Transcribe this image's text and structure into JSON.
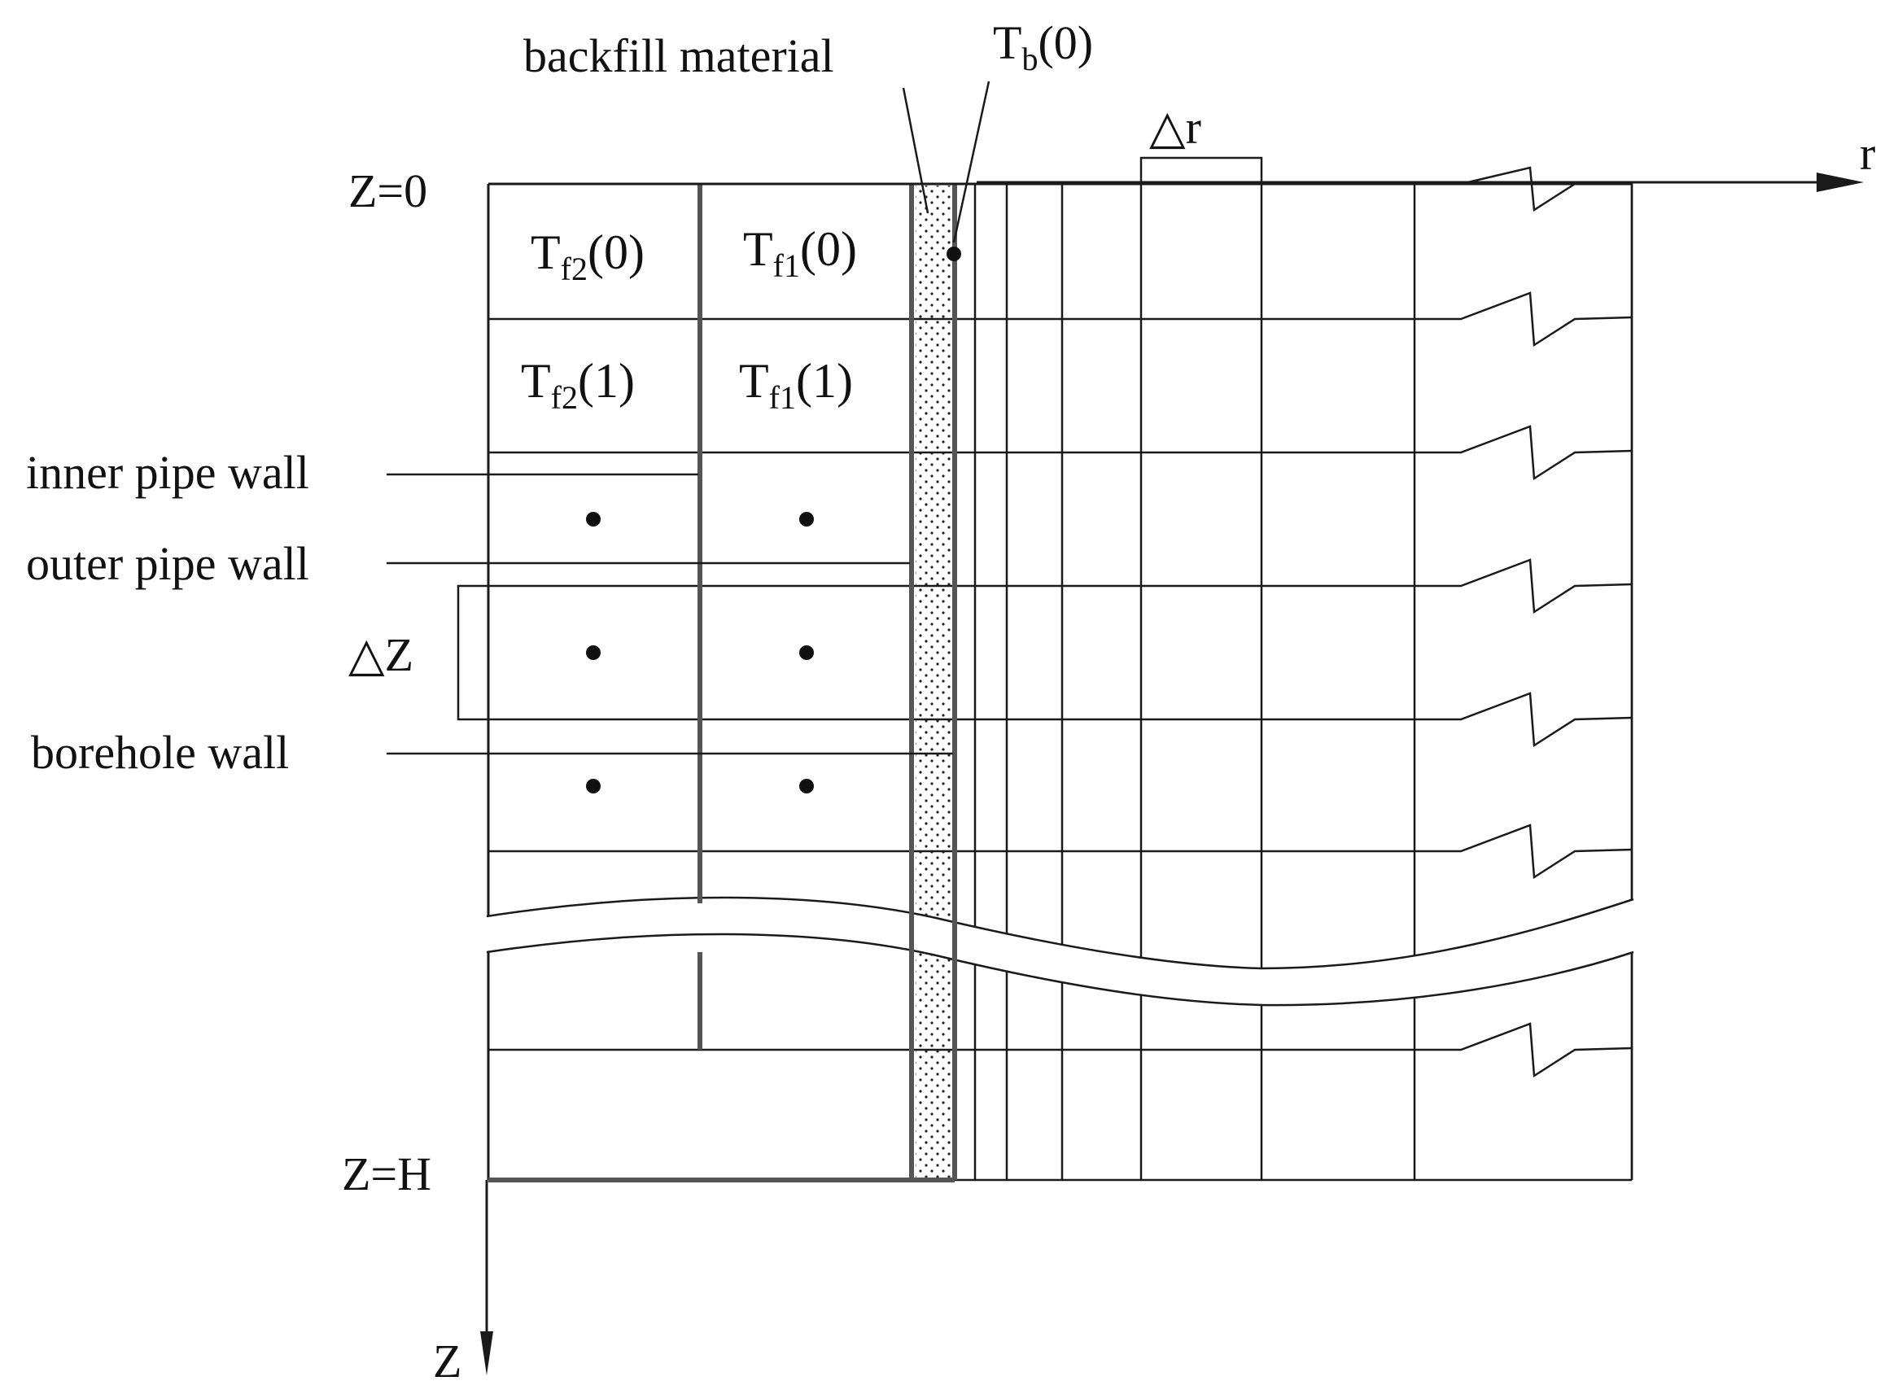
{
  "labels": {
    "backfill": "backfill material",
    "tb_main": "T",
    "tb_sub": "b",
    "tb_arg": "(0)",
    "delta_r": "△r",
    "r_axis": "r",
    "z0": "Z=0",
    "zh": "Z=H",
    "z_axis": "Z",
    "delta_z": "△Z",
    "inner": "inner pipe wall",
    "outer": "outer pipe wall",
    "borehole": "borehole wall"
  },
  "cells": [
    {
      "main": "T",
      "sub": "f2",
      "arg": "(0)"
    },
    {
      "main": "T",
      "sub": "f1",
      "arg": "(0)"
    },
    {
      "main": "T",
      "sub": "f2",
      "arg": "(1)"
    },
    {
      "main": "T",
      "sub": "f1",
      "arg": "(1)"
    }
  ],
  "colors": {
    "ink": "#1a1a1a",
    "pipe_wall": "#555555",
    "background": "#ffffff"
  }
}
